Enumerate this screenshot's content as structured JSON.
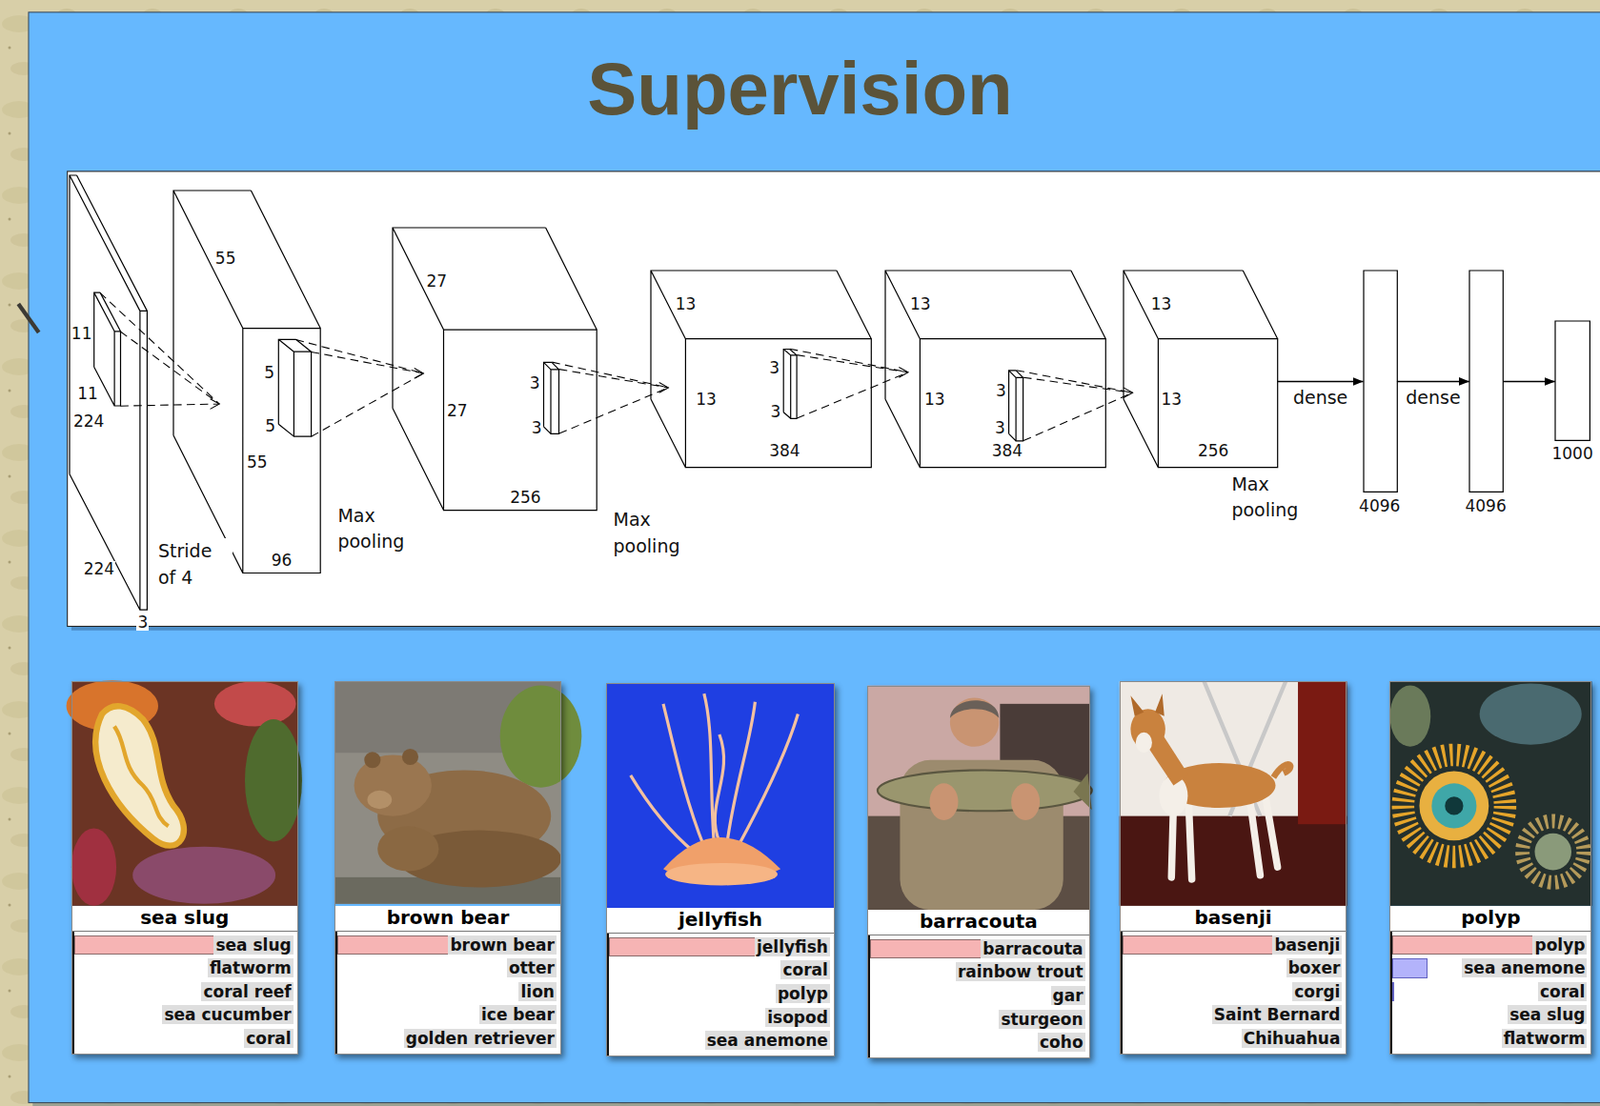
{
  "diagram": {
    "title": "Supervision",
    "nodes": [
      {
        "text": [
          "11",
          "11",
          "224",
          "224",
          "3"
        ]
      },
      {
        "text": [
          "55",
          "5",
          "5",
          "55",
          "96"
        ]
      },
      {
        "text": [
          "27",
          "3",
          "27",
          "3",
          "256"
        ]
      },
      {
        "text": [
          "13",
          "3",
          "13",
          "3",
          "384"
        ]
      },
      {
        "text": [
          "13",
          "3",
          "13",
          "3",
          "384"
        ]
      },
      {
        "text": [
          "13",
          "13",
          "256"
        ]
      },
      {
        "text": [
          "4096"
        ]
      },
      {
        "text": [
          "4096"
        ]
      },
      {
        "text": [
          "1000"
        ]
      },
      {
        "text": [
          "sea slug",
          "sea slug",
          "flatworm",
          "coral reef",
          "sea cucumber",
          "coral"
        ]
      },
      {
        "text": [
          "brown bear",
          "brown bear",
          "otter",
          "lion",
          "ice bear",
          "golden retriever"
        ]
      },
      {
        "text": [
          "jellyfish",
          "jellyfish",
          "coral",
          "polyp",
          "isopod",
          "sea anemone"
        ]
      },
      {
        "text": [
          "barracouta",
          "barracouta",
          "rainbow trout",
          "gar",
          "sturgeon",
          "coho"
        ]
      },
      {
        "text": [
          "basenji",
          "basenji",
          "boxer",
          "corgi",
          "Saint Bernard",
          "Chihuahua"
        ]
      },
      {
        "text": [
          "polyp",
          "polyp",
          "sea anemone",
          "coral",
          "sea slug",
          "flatworm"
        ]
      }
    ],
    "edges": [
      {
        "from": 5,
        "to": 6,
        "label": "dense",
        "arrow": "to"
      },
      {
        "from": 6,
        "to": 7,
        "label": "dense",
        "arrow": "to"
      },
      {
        "from": 7,
        "to": 8,
        "arrow": "to"
      }
    ],
    "labels": [
      "Stride of 4",
      "Max pooling",
      "Max pooling",
      "Max pooling"
    ]
  }
}
